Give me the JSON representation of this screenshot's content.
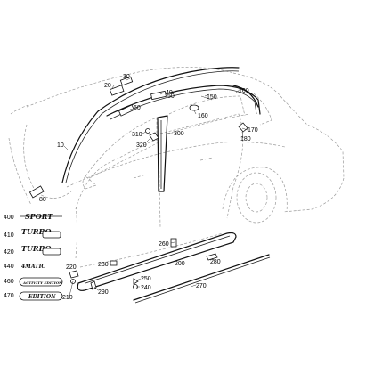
{
  "callouts": {
    "c10": "10",
    "c20": "20",
    "c30": "30",
    "c40": "40",
    "c50": "50",
    "c60": "60",
    "c80": "80",
    "c100": "100",
    "c150": "150",
    "c160": "160",
    "c170": "170",
    "c180": "180",
    "c200": "200",
    "c210": "210",
    "c220": "220",
    "c230": "230",
    "c240": "240",
    "c250": "250",
    "c260": "260",
    "c270": "270",
    "c280": "280",
    "c290": "290",
    "c300": "300",
    "c310": "310",
    "c320": "320",
    "c400": "400",
    "c410": "410",
    "c420": "420",
    "c440": "440",
    "c460": "460",
    "c470": "470"
  },
  "badges": {
    "b400": "SPORT",
    "b410": "TURBO",
    "b420": "TURBO",
    "b440": "4MATIC",
    "b460": "ACTIVITY EDITION",
    "b470": "EDITION"
  }
}
